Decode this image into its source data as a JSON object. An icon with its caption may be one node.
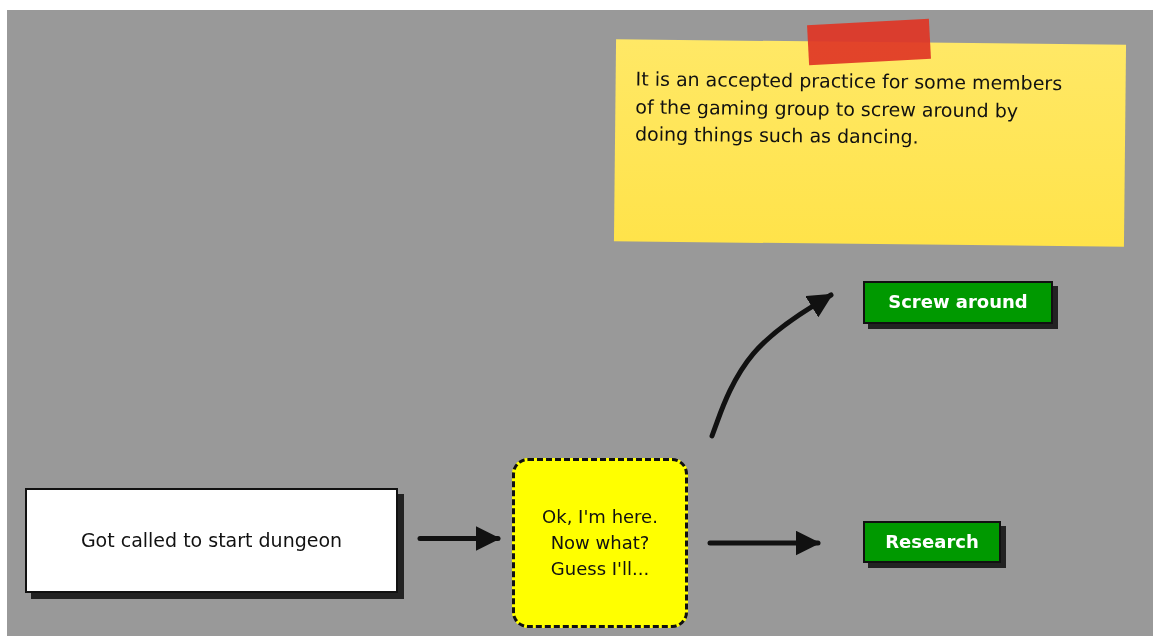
{
  "diagram": {
    "nodes": [
      {
        "text": [
          "It is an accepted practice for some members of the gaming group to screw around by doing things such as dancing."
        ]
      },
      {
        "text": [
          "Got called to start dungeon"
        ]
      },
      {
        "text": [
          "Ok, I'm here. Now what? Guess I'll..."
        ]
      },
      {
        "text": [
          "Screw around"
        ]
      },
      {
        "text": [
          "Research"
        ]
      }
    ],
    "edges": [
      {
        "from": 1,
        "to": 2,
        "arrow": "to"
      },
      {
        "from": 2,
        "to": 3,
        "arrow": "to"
      },
      {
        "from": 2,
        "to": 4,
        "arrow": "to"
      }
    ]
  }
}
